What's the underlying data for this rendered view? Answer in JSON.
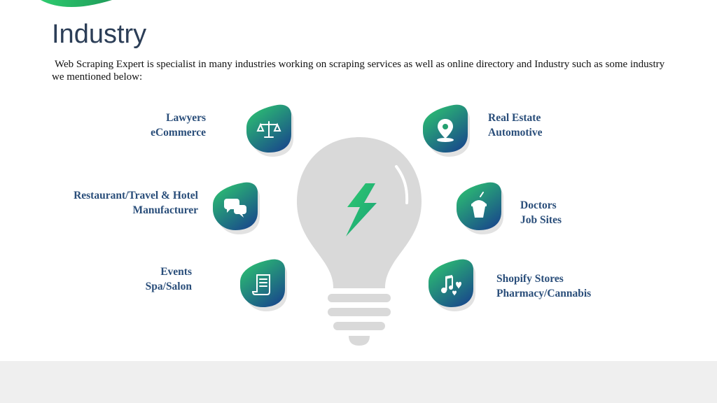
{
  "slide": {
    "title": "Industry",
    "intro": "Web Scraping Expert is specialist in many industries working on scraping services as well as online directory and Industry such as some industry we mentioned below:",
    "colors": {
      "title": "#2c3e57",
      "label": "#2a4e7a",
      "gradient_start": "#2ecb6f",
      "gradient_end": "#1a4f8a",
      "bulb": "#d7d7d7"
    },
    "industries": {
      "top_left": {
        "line1": "Lawyers",
        "line2": "eCommerce",
        "icon": "scales-icon"
      },
      "mid_left": {
        "line1": "Restaurant/Travel & Hotel",
        "line2": "Manufacturer",
        "icon": "chat-bubbles-icon"
      },
      "bottom_left": {
        "line1": "Events",
        "line2": "Spa/Salon",
        "icon": "scroll-icon"
      },
      "top_right": {
        "line1": "Real Estate",
        "line2": "Automotive",
        "icon": "location-pin-icon"
      },
      "mid_right": {
        "line1": "Doctors",
        "line2": "Job Sites",
        "icon": "drink-cup-icon"
      },
      "bottom_right": {
        "line1": "Shopify Stores",
        "line2": "Pharmacy/Cannabis",
        "icon": "music-heart-icon"
      }
    },
    "center_icon": "lightning-bolt-icon"
  }
}
